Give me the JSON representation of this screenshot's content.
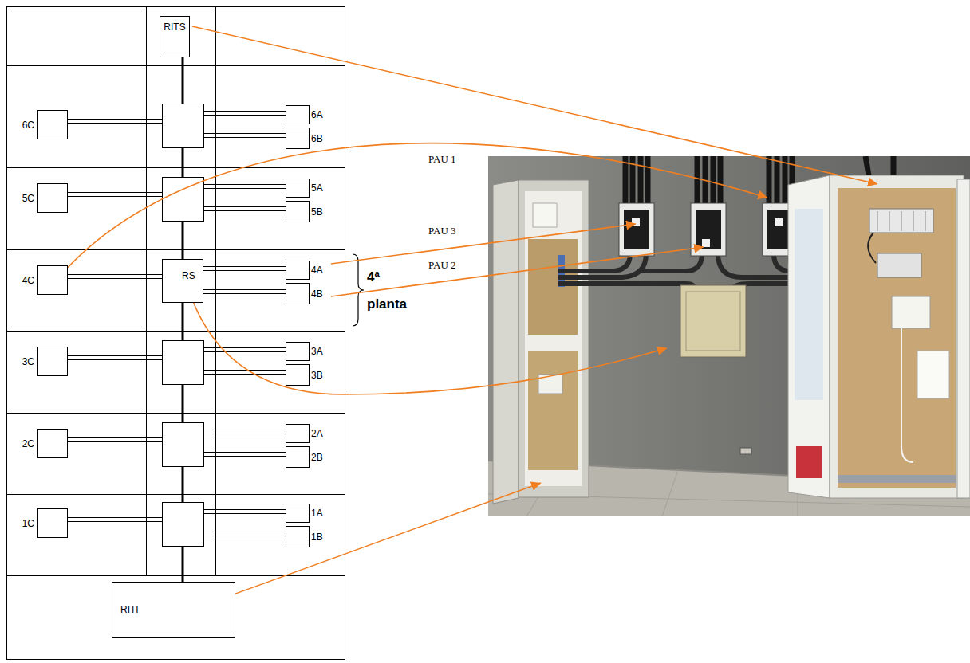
{
  "diagram": {
    "nodes": [
      {
        "text": [
          "RITS"
        ]
      },
      {
        "text": [
          "6C"
        ]
      },
      {
        "text": [
          "6A"
        ]
      },
      {
        "text": [
          "6B"
        ]
      },
      {
        "text": [
          "5C"
        ]
      },
      {
        "text": [
          "5A"
        ]
      },
      {
        "text": [
          "5B"
        ]
      },
      {
        "text": [
          "4C"
        ]
      },
      {
        "text": [
          "RS"
        ]
      },
      {
        "text": [
          "4A"
        ]
      },
      {
        "text": [
          "4B"
        ]
      },
      {
        "text": [
          "3C"
        ]
      },
      {
        "text": [
          "3A"
        ]
      },
      {
        "text": [
          "3B"
        ]
      },
      {
        "text": [
          "2C"
        ]
      },
      {
        "text": [
          "2A"
        ]
      },
      {
        "text": [
          "2B"
        ]
      },
      {
        "text": [
          "1C"
        ]
      },
      {
        "text": [
          "1A"
        ]
      },
      {
        "text": [
          "1B"
        ]
      },
      {
        "text": [
          "RITI"
        ]
      }
    ],
    "edges": [
      {
        "from": 8,
        "to": 7,
        "arrow": "none"
      },
      {
        "from": 8,
        "to": 9,
        "arrow": "none"
      },
      {
        "from": 8,
        "to": 10,
        "arrow": "none"
      }
    ],
    "labels": [
      "PAU 1",
      "PAU 3",
      "PAU 2",
      "4ª planta"
    ]
  }
}
